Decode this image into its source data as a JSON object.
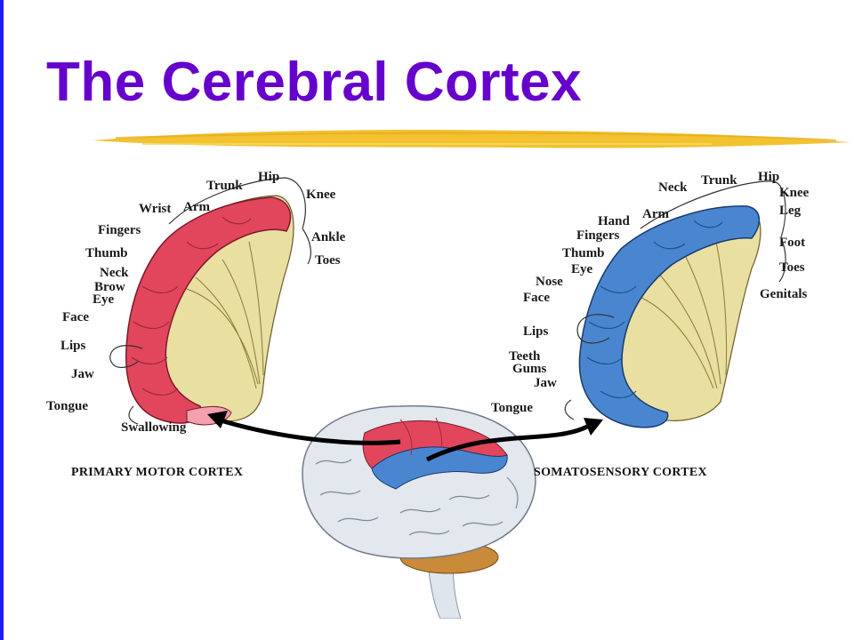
{
  "slide": {
    "title": "The Cerebral Cortex",
    "accent_color": "#6600cc",
    "highlight_color": "#f2c230"
  },
  "diagram": {
    "motor": {
      "caption": "PRIMARY MOTOR CORTEX",
      "color": "#e2465c",
      "labels": {
        "hip": "Hip",
        "trunk": "Trunk",
        "knee": "Knee",
        "wrist": "Wrist",
        "arm": "Arm",
        "ankle": "Ankle",
        "fingers": "Fingers",
        "toes": "Toes",
        "thumb": "Thumb",
        "neck": "Neck",
        "brow": "Brow",
        "eye": "Eye",
        "face": "Face",
        "lips": "Lips",
        "jaw": "Jaw",
        "tongue": "Tongue",
        "swallowing": "Swallowing"
      }
    },
    "sensory": {
      "caption": "SOMATOSENSORY CORTEX",
      "color": "#4a86d0",
      "labels": {
        "hip": "Hip",
        "neck": "Neck",
        "trunk": "Trunk",
        "knee": "Knee",
        "arm": "Arm",
        "leg": "Leg",
        "hand": "Hand",
        "fingers": "Fingers",
        "foot": "Foot",
        "thumb": "Thumb",
        "eye": "Eye",
        "toes": "Toes",
        "nose": "Nose",
        "genitals": "Genitals",
        "face": "Face",
        "lips": "Lips",
        "teeth": "Teeth",
        "gums": "Gums",
        "jaw": "Jaw",
        "tongue": "Tongue"
      }
    }
  }
}
